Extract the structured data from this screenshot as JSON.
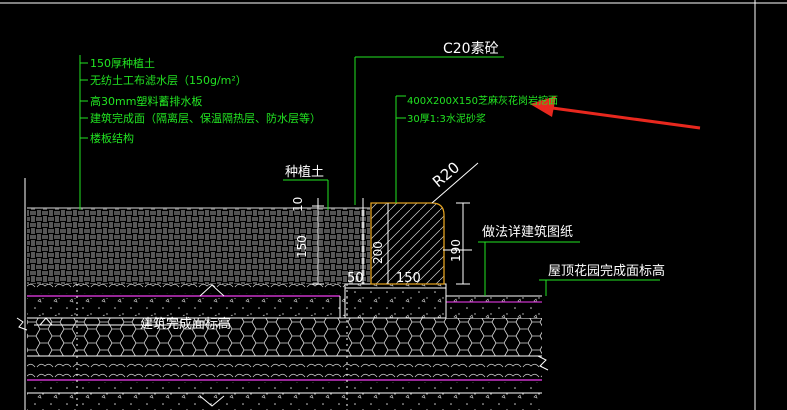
{
  "colors": {
    "background": "#000000",
    "leader": "#22e422",
    "dim": "#ffffff",
    "hatch": "#d9d9d9",
    "magenta": "#c832c8",
    "curb_outline": "#e0a020",
    "arrow": "#e8281e"
  },
  "layer_notes": {
    "items": [
      "150厚种植土",
      "无纺土工布滤水层（150g/m²）",
      "高30mm塑料蓄排水板",
      "建筑完成面（隔离层、保温隔热层、防水层等）",
      "楼板结构"
    ]
  },
  "curb_notes": {
    "top": "C20素砼",
    "line1": "400X200X150芝麻灰花岗岩挖面",
    "line2": "30厚1:3水泥砂浆"
  },
  "labels": {
    "planting_soil": "种植土",
    "radius": "R20",
    "see_drawing": "做法详建筑图纸",
    "roof_garden_level": "屋顶花园完成面标高",
    "building_level": "建筑完成面标高"
  },
  "dims": {
    "d10": "10",
    "d150_left": "150",
    "d200": "200",
    "d190": "190",
    "d50": "50",
    "d150_bottom": "150"
  },
  "annotation": {
    "arrow": "red-arrow-icon"
  }
}
